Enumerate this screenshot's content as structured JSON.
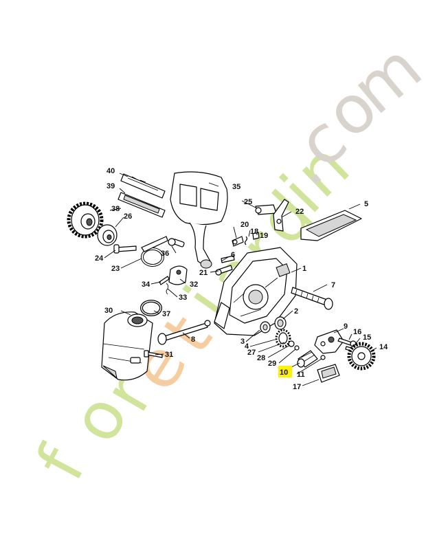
{
  "diagram": {
    "highlight_color": "#fff200",
    "callouts": [
      {
        "id": "c1",
        "label": "1"
      },
      {
        "id": "c2",
        "label": "2"
      },
      {
        "id": "c3",
        "label": "3"
      },
      {
        "id": "c4",
        "label": "4"
      },
      {
        "id": "c5",
        "label": "5"
      },
      {
        "id": "c6",
        "label": "6"
      },
      {
        "id": "c7",
        "label": "7"
      },
      {
        "id": "c8",
        "label": "8"
      },
      {
        "id": "c9",
        "label": "9"
      },
      {
        "id": "c10",
        "label": "10",
        "highlighted": true
      },
      {
        "id": "c11",
        "label": "11"
      },
      {
        "id": "c14",
        "label": "14"
      },
      {
        "id": "c15",
        "label": "15"
      },
      {
        "id": "c16",
        "label": "16"
      },
      {
        "id": "c17",
        "label": "17"
      },
      {
        "id": "c18",
        "label": "18"
      },
      {
        "id": "c19",
        "label": "19"
      },
      {
        "id": "c20",
        "label": "20"
      },
      {
        "id": "c21",
        "label": "21"
      },
      {
        "id": "c22",
        "label": "22"
      },
      {
        "id": "c23",
        "label": "23"
      },
      {
        "id": "c24",
        "label": "24"
      },
      {
        "id": "c25",
        "label": "25"
      },
      {
        "id": "c26",
        "label": "26"
      },
      {
        "id": "c27",
        "label": "27"
      },
      {
        "id": "c28",
        "label": "28"
      },
      {
        "id": "c29",
        "label": "29"
      },
      {
        "id": "c30",
        "label": "30"
      },
      {
        "id": "c31",
        "label": "31"
      },
      {
        "id": "c32",
        "label": "32"
      },
      {
        "id": "c33",
        "label": "33"
      },
      {
        "id": "c34",
        "label": "34"
      },
      {
        "id": "c35",
        "label": "35"
      },
      {
        "id": "c36",
        "label": "36"
      },
      {
        "id": "c37",
        "label": "37"
      },
      {
        "id": "c38",
        "label": "38"
      },
      {
        "id": "c39",
        "label": "39"
      },
      {
        "id": "c40",
        "label": "40"
      }
    ]
  },
  "watermark": {
    "letters": [
      {
        "char": "f",
        "color": "#c9e08a"
      },
      {
        "char": "o",
        "color": "#c9e08a"
      },
      {
        "char": "r",
        "color": "#c9e08a"
      },
      {
        "char": "e",
        "color": "#f4c590"
      },
      {
        "char": "t",
        "color": "#f4c590"
      },
      {
        "char": "j",
        "color": "#c9e08a"
      },
      {
        "char": "a",
        "color": "#c9e08a"
      },
      {
        "char": "r",
        "color": "#c9e08a"
      },
      {
        "char": "d",
        "color": "#c9e08a"
      },
      {
        "char": "i",
        "color": "#c9e08a"
      },
      {
        "char": "n",
        "color": "#c9e08a"
      },
      {
        "char": ".",
        "color": "#d2ccc4"
      },
      {
        "char": "c",
        "color": "#d2ccc4"
      },
      {
        "char": "o",
        "color": "#d2ccc4"
      },
      {
        "char": "m",
        "color": "#d2ccc4"
      }
    ]
  }
}
